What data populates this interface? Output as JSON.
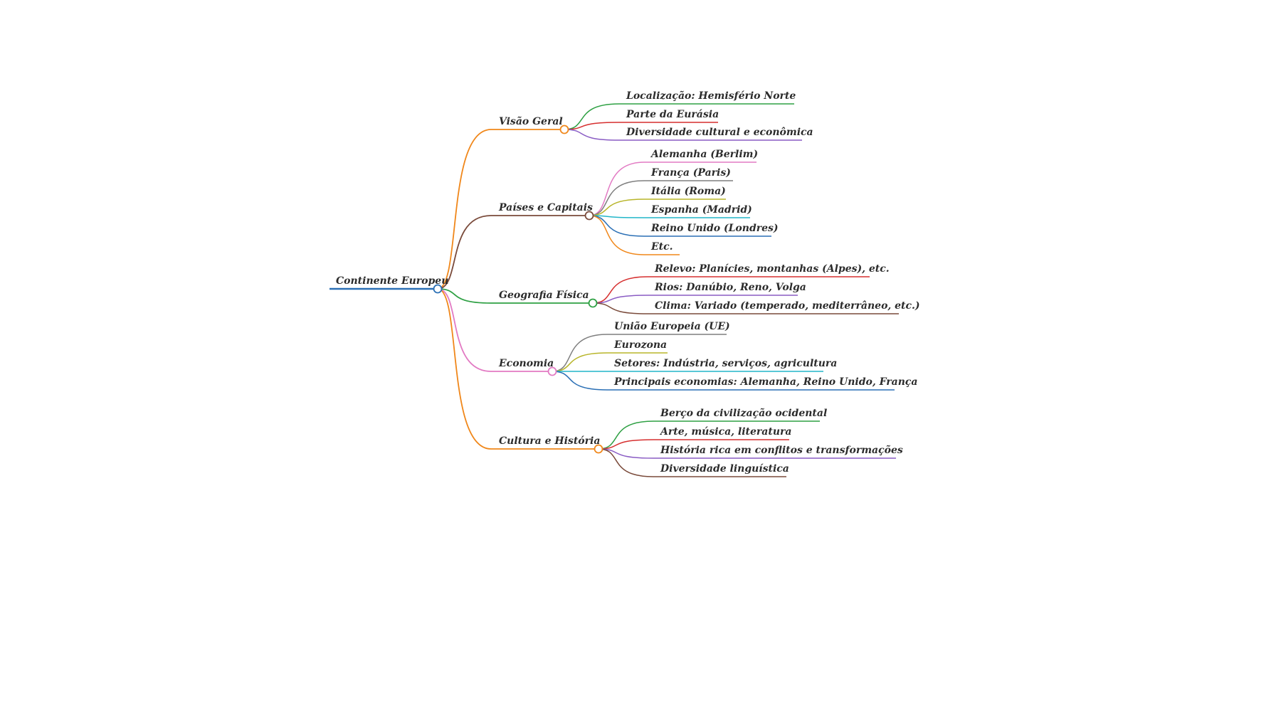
{
  "colors": {
    "background": "#ffffff",
    "text": "#2b2b2b",
    "blue": "#2a6fb5",
    "orange": "#f0871a",
    "brown": "#7a4a3a",
    "green": "#2ea043",
    "pink": "#e27ac3",
    "red": "#d62f2f",
    "purple": "#8a5cc4",
    "gray": "#7f7f7f",
    "olive": "#b8b52a",
    "cyan": "#22b6c9"
  },
  "mindmap": {
    "root": {
      "label": "Continente Europeu",
      "color": "blue"
    },
    "branches": [
      {
        "label": "Visão Geral",
        "color": "orange",
        "children": [
          {
            "label": "Localização: Hemisfério Norte",
            "color": "green"
          },
          {
            "label": "Parte da Eurásia",
            "color": "red"
          },
          {
            "label": "Diversidade cultural e econômica",
            "color": "purple"
          }
        ]
      },
      {
        "label": "Países e Capitais",
        "color": "brown",
        "children": [
          {
            "label": "Alemanha (Berlim)",
            "color": "pink"
          },
          {
            "label": "França (Paris)",
            "color": "gray"
          },
          {
            "label": "Itália (Roma)",
            "color": "olive"
          },
          {
            "label": "Espanha (Madrid)",
            "color": "cyan"
          },
          {
            "label": "Reino Unido (Londres)",
            "color": "blue"
          },
          {
            "label": "Etc.",
            "color": "orange"
          }
        ]
      },
      {
        "label": "Geografia Física",
        "color": "green",
        "children": [
          {
            "label": "Relevo: Planícies, montanhas (Alpes), etc.",
            "color": "red"
          },
          {
            "label": "Rios: Danúbio, Reno, Volga",
            "color": "purple"
          },
          {
            "label": "Clima: Variado (temperado, mediterrâneo, etc.)",
            "color": "brown"
          }
        ]
      },
      {
        "label": "Economia",
        "color": "pink",
        "children": [
          {
            "label": "União Europeia (UE)",
            "color": "gray"
          },
          {
            "label": "Eurozona",
            "color": "olive"
          },
          {
            "label": "Setores: Indústria, serviços, agricultura",
            "color": "cyan"
          },
          {
            "label": "Principais economias: Alemanha, Reino Unido, França",
            "color": "blue"
          }
        ]
      },
      {
        "label": "Cultura e História",
        "color": "orange",
        "children": [
          {
            "label": "Berço da civilização ocidental",
            "color": "green"
          },
          {
            "label": "Arte, música, literatura",
            "color": "red"
          },
          {
            "label": "História rica em conflitos e transformações",
            "color": "purple"
          },
          {
            "label": "Diversidade linguística",
            "color": "brown"
          }
        ]
      }
    ]
  }
}
